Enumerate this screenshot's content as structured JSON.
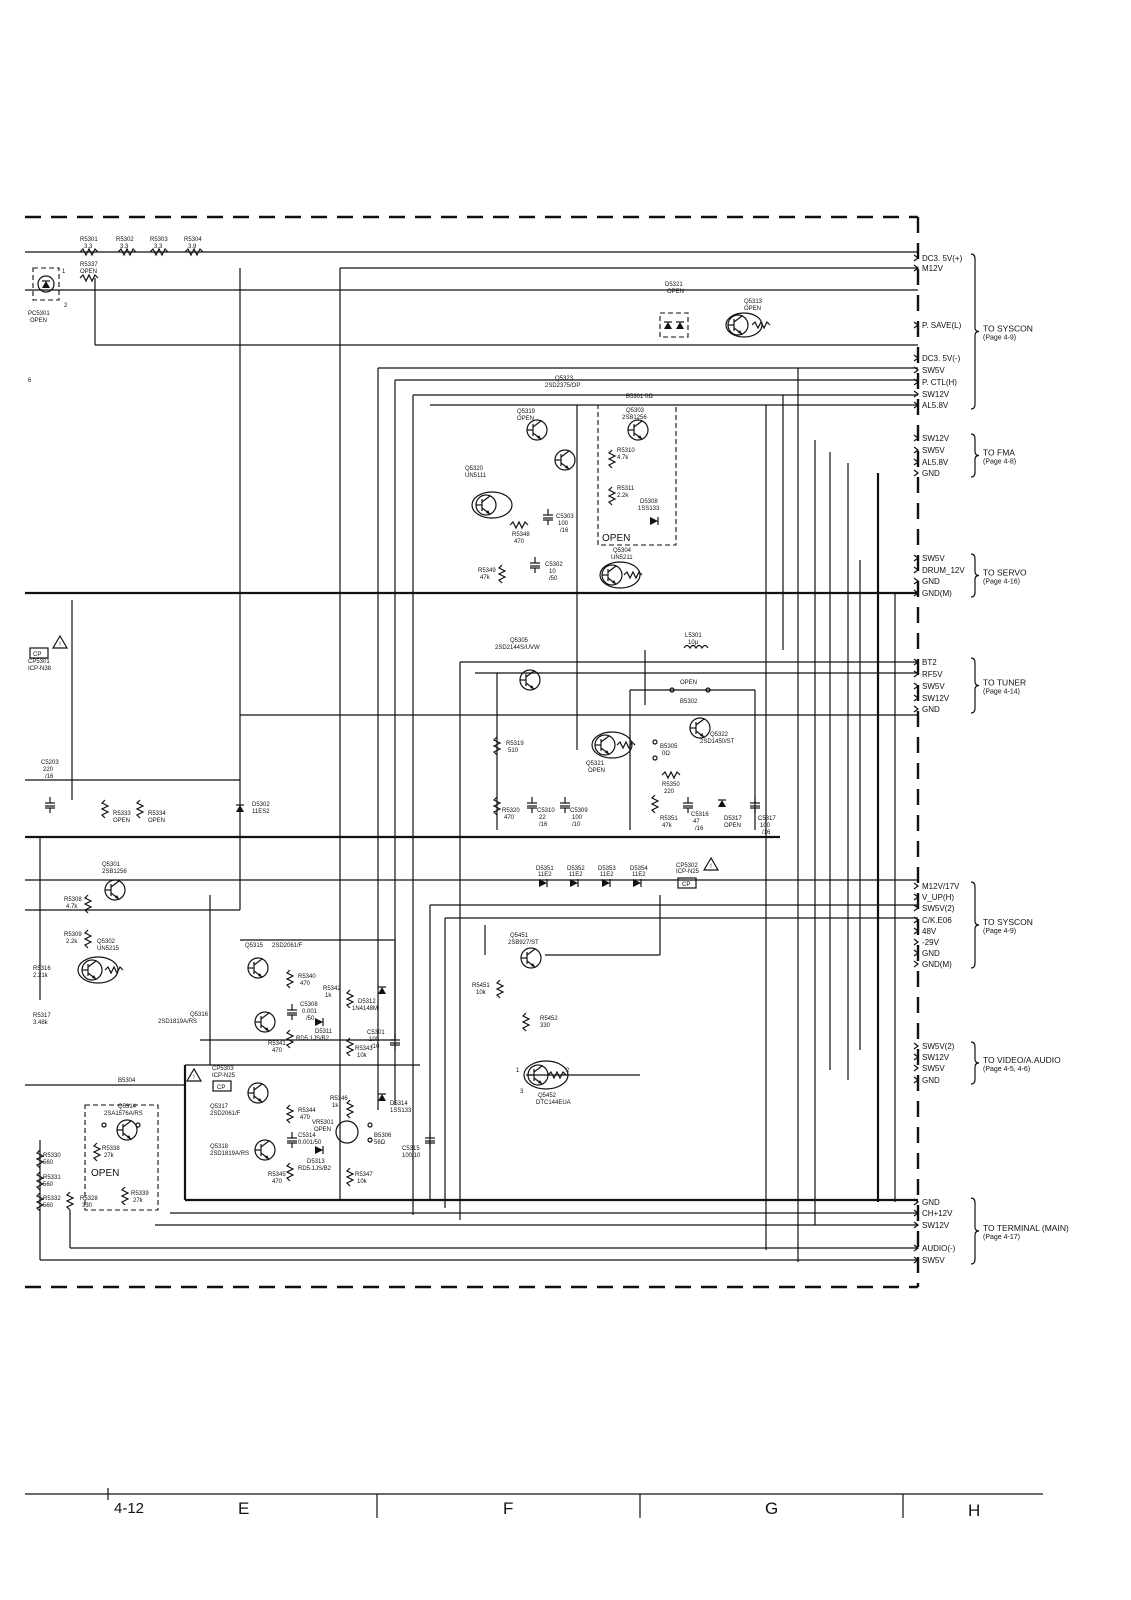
{
  "footer": {
    "page_number": "4-12",
    "columns": [
      "E",
      "F",
      "G",
      "H"
    ]
  },
  "destinations": [
    {
      "title": "TO SYSCON",
      "page": "(Page 4-9)",
      "signals": [
        "DC3. 5V(+)",
        "M12V",
        "P. SAVE(L)",
        "DC3. 5V(-)",
        "SW5V",
        "P. CTL(H)",
        "SW12V",
        "AL5.8V"
      ]
    },
    {
      "title": "TO FMA",
      "page": "(Page 4-8)",
      "signals": [
        "SW12V",
        "SW5V",
        "AL5.8V",
        "GND"
      ]
    },
    {
      "title": "TO SERVO",
      "page": "(Page 4-16)",
      "signals": [
        "SW5V",
        "DRUM_12V",
        "GND",
        "GND(M)"
      ]
    },
    {
      "title": "TO TUNER",
      "page": "(Page 4-14)",
      "signals": [
        "BT2",
        "RF5V",
        "SW5V",
        "SW12V",
        "GND"
      ]
    },
    {
      "title": "TO SYSCON",
      "page": "(Page 4-9)",
      "signals": [
        "M12V/17V",
        "V_UP(H)",
        "SW5V(2)",
        "C/K.E06",
        "48V",
        "-29V",
        "GND",
        "GND(M)"
      ]
    },
    {
      "title": "TO VIDEO/A.AUDIO",
      "page": "(Page 4-5, 4-6)",
      "signals": [
        "SW5V(2)",
        "SW12V",
        "SW5V",
        "GND"
      ]
    },
    {
      "title": "TO TERMINAL (MAIN)",
      "page": "(Page 4-17)",
      "signals": [
        "GND",
        "CH+12V",
        "SW12V",
        "AUDIO(-)",
        "SW5V"
      ]
    }
  ],
  "parts": {
    "top_res": [
      {
        "ref": "R5301",
        "val": "3.3"
      },
      {
        "ref": "R5302",
        "val": "3.3"
      },
      {
        "ref": "R5303",
        "val": "3.3"
      },
      {
        "ref": "R5304",
        "val": "3.9"
      }
    ],
    "r5337": {
      "ref": "R5337",
      "val": "OPEN"
    },
    "pc5301": {
      "ref": "PC5301",
      "val": "OPEN"
    },
    "d5321": {
      "ref": "D5321",
      "val": "OPEN"
    },
    "q5313": {
      "ref": "Q5313",
      "val": "OPEN"
    },
    "q5323": {
      "ref": "Q5323",
      "val": "2SD2375/OP"
    },
    "b5301": "B5301 0Ω",
    "q5319": {
      "ref": "Q5319",
      "val": "OPEN"
    },
    "q5303": {
      "ref": "Q5303",
      "val": "2SB1256"
    },
    "r5310": {
      "ref": "R5310",
      "val": "4.7k"
    },
    "r5311": {
      "ref": "R5311",
      "val": "2.2k"
    },
    "d5308": {
      "ref": "D5308",
      "val": "1SS133"
    },
    "q5320": {
      "ref": "Q5320",
      "val": "UN5111"
    },
    "r5348": {
      "ref": "R5348",
      "val": "470"
    },
    "c5303": {
      "ref": "C5303",
      "val": "100",
      "v": "/16"
    },
    "c5302": {
      "ref": "C5302",
      "val": "10",
      "v": "/50"
    },
    "r5349": {
      "ref": "R5349",
      "val": "47k"
    },
    "q5304": {
      "ref": "Q5304",
      "val": "UN5211"
    },
    "open_label": "OPEN",
    "cp5301": {
      "ref": "CP5301",
      "val": "ICP-N38",
      "tag": "CP"
    },
    "q5305": {
      "ref": "Q5305",
      "val": "2SD2144S/UVW"
    },
    "l5301": {
      "ref": "L5301",
      "val": "10μ"
    },
    "b5302_open": "OPEN",
    "b5302": "B5302",
    "r5319": {
      "ref": "R5319",
      "val": "510"
    },
    "q5321": {
      "ref": "Q5321",
      "val": "OPEN"
    },
    "b5305": {
      "ref": "B5305",
      "val": "0Ω"
    },
    "q5322": {
      "ref": "Q5322",
      "val": "2SD1450/ST"
    },
    "r5350": {
      "ref": "R5350",
      "val": "220"
    },
    "c5203": {
      "ref": "C5203",
      "val": "220",
      "v": "/16"
    },
    "r5333": {
      "ref": "R5333",
      "val": "OPEN"
    },
    "r5334": {
      "ref": "R5334",
      "val": "OPEN"
    },
    "d5302": {
      "ref": "D5302",
      "val": "11ES2"
    },
    "r5320": {
      "ref": "R5320",
      "val": "470"
    },
    "c5310": {
      "ref": "C5310",
      "val": "22",
      "v": "/16"
    },
    "c5309": {
      "ref": "C5309",
      "val": "100",
      "v": "/10"
    },
    "r5351": {
      "ref": "R5351",
      "val": "47k"
    },
    "c5316": {
      "ref": "C5316",
      "val": "47",
      "v": "/16"
    },
    "d5317": {
      "ref": "D5317",
      "val": "OPEN"
    },
    "c5317": {
      "ref": "C5317",
      "val": "100",
      "v": "/16"
    },
    "d5351": {
      "ref": "D5351",
      "val": "11E2"
    },
    "d5352": {
      "ref": "D5352",
      "val": "11E2"
    },
    "d5353": {
      "ref": "D5353",
      "val": "11E2"
    },
    "d5354": {
      "ref": "D5354",
      "val": "11E2"
    },
    "cp5302": {
      "ref": "CP5302",
      "val": "ICP-N25",
      "tag": "CP"
    },
    "q5301": {
      "ref": "Q5301",
      "val": "2SB1256"
    },
    "r5308": {
      "ref": "R5308",
      "val": "4.7k"
    },
    "r5309": {
      "ref": "R5309",
      "val": "2.2k"
    },
    "q5302": {
      "ref": "Q5302",
      "val": "UN5215"
    },
    "r5316": {
      "ref": "R5316",
      "val": "2.21k"
    },
    "r5317": {
      "ref": "R5317",
      "val": "3.48k"
    },
    "q5315": {
      "ref": "Q5315",
      "val": "2SD2061/F"
    },
    "r5340": {
      "ref": "R5340",
      "val": "470"
    },
    "r5342": {
      "ref": "R5342",
      "val": "1k"
    },
    "c5308": {
      "ref": "C5308",
      "val": "0.001",
      "v": "/50"
    },
    "d5312": {
      "ref": "D5312",
      "val": "1N4148M"
    },
    "q5316": {
      "ref": "Q5316",
      "val": "2SD1819A/RS"
    },
    "d5311": {
      "ref": "D5311",
      "val": "RD5.1JS/B2"
    },
    "r5341": {
      "ref": "R5341",
      "val": "470"
    },
    "c5301": {
      "ref": "C5301",
      "val": "100",
      "v": "/10"
    },
    "r5343": {
      "ref": "R5343",
      "val": "10k"
    },
    "q5451": {
      "ref": "Q5451",
      "val": "2SB927/ST"
    },
    "r5451": {
      "ref": "R5451",
      "val": "10k"
    },
    "r5452": {
      "ref": "R5452",
      "val": "330"
    },
    "q5452": {
      "ref": "Q5452",
      "val": "DTC144EUA"
    },
    "cp5303": {
      "ref": "CP5303",
      "val": "ICP-N25",
      "tag": "CP"
    },
    "b5304": "B5304",
    "q5314": {
      "ref": "Q5314",
      "val": "2SA1576A/RS"
    },
    "q5317": {
      "ref": "Q5317",
      "val": "2SD2061/F"
    },
    "r5344": {
      "ref": "R5344",
      "val": "470"
    },
    "r5346": {
      "ref": "R5346",
      "val": "1k"
    },
    "d5314": {
      "ref": "D5314",
      "val": "1SS133"
    },
    "vr5301": {
      "ref": "VR5301",
      "val": "OPEN"
    },
    "b5306": {
      "ref": "B5306",
      "val": "56Ω"
    },
    "c5314": {
      "ref": "C5314",
      "val": "0.001/50"
    },
    "q5318": {
      "ref": "Q5318",
      "val": "2SD1819A/RS"
    },
    "d5313": {
      "ref": "D5313",
      "val": "RD5.1JS/B2"
    },
    "r5345": {
      "ref": "R5345",
      "val": "470"
    },
    "r5347": {
      "ref": "R5347",
      "val": "10k"
    },
    "c5315": {
      "ref": "C5315",
      "val": "100/10"
    },
    "r5330": {
      "ref": "R5330",
      "val": "560"
    },
    "r5331": {
      "ref": "R5331",
      "val": "560"
    },
    "r5332": {
      "ref": "R5332",
      "val": "560"
    },
    "r5328": {
      "ref": "R5328",
      "val": "330"
    },
    "r5338": {
      "ref": "R5338",
      "val": "27k"
    },
    "r5339": {
      "ref": "R5339",
      "val": "27k"
    },
    "open2": "OPEN",
    "pin1": "1",
    "pin2": "2",
    "pin3": "3",
    "mark6": "6"
  }
}
